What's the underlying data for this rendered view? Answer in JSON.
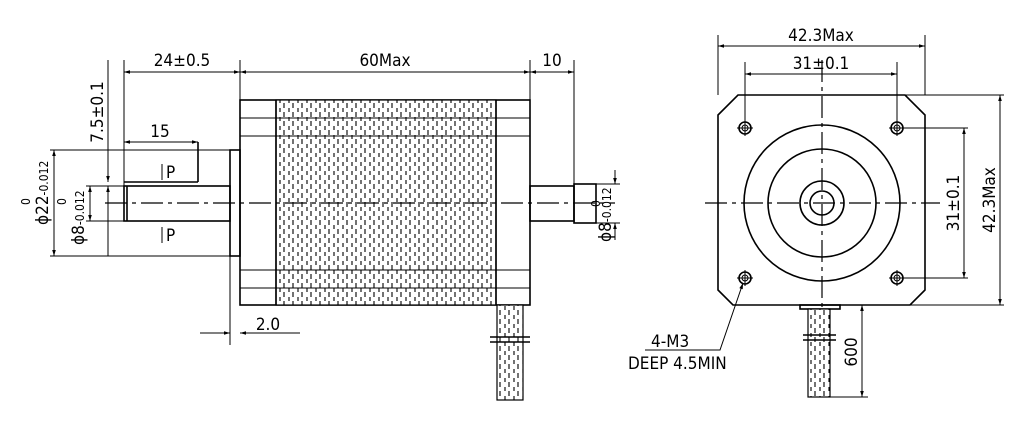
{
  "side_view": {
    "dim_shaft_length": "24±0.5",
    "dim_body_length": "60Max",
    "dim_rear_shaft": "10",
    "dim_flat_length": "15",
    "dim_flat_depth": "7.5±0.1",
    "dim_boss_dia": "ϕ22",
    "dim_boss_tol_upper": "0",
    "dim_boss_tol_lower": "-0.012",
    "dim_shaft_dia": "ϕ8",
    "dim_shaft_tol_upper": "0",
    "dim_shaft_tol_lower": "-0.012",
    "dim_rear_shaft_dia": "ϕ8",
    "dim_rear_tol_upper": "0",
    "dim_rear_tol_lower": "-0.012",
    "dim_boss_height": "2.0",
    "flat_marker": "P"
  },
  "front_view": {
    "dim_width": "42.3Max",
    "dim_hole_spacing_h": "31±0.1",
    "dim_hole_spacing_v": "31±0.1",
    "dim_height": "42.3Max",
    "hole_note_line1": "4-M3",
    "hole_note_line2": "DEEP 4.5MIN",
    "dim_lead_length": "600"
  }
}
